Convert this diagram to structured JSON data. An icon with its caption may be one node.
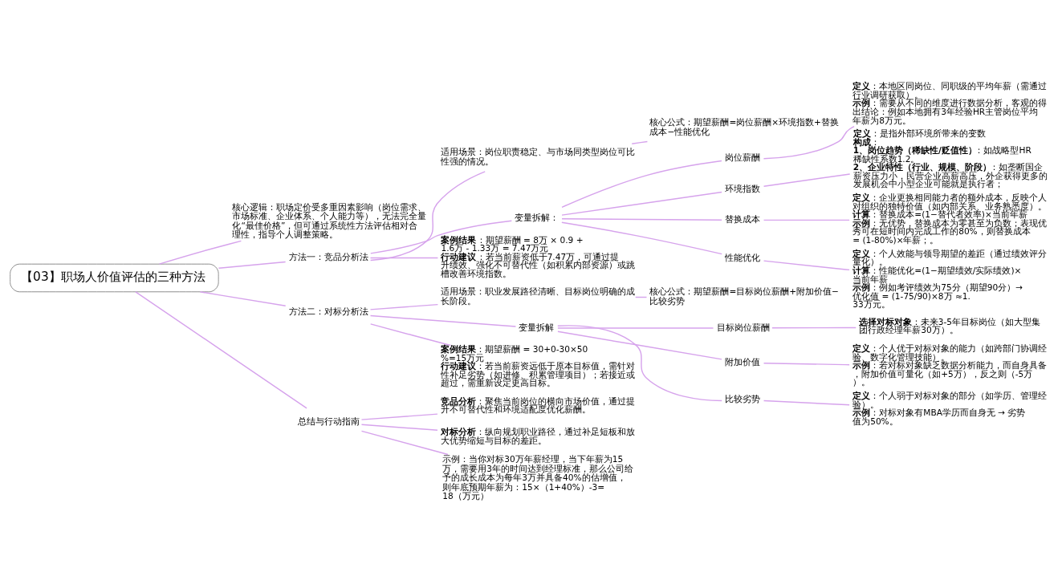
{
  "diagram": {
    "nodes": [
      {
        "text": [
          "【03】职场人价值评估的三种方法"
        ]
      },
      {
        "text": [
          "核心逻辑：职场定价受多重因素影响（岗位需求、市场标准、企业体系、个人能力等），无法完全量化“最佳价格”，但可通过系统性方法评估相对合理性，指导个人调整策略。"
        ]
      },
      {
        "text": [
          "方法一：竞品分析法"
        ]
      },
      {
        "text": [
          "适用场景：岗位职责稳定、与市场同类型岗位可比性强的情况。"
        ]
      },
      {
        "text": [
          "核心公式：期望薪酬=岗位薪酬×环境指数+替换成本−性能优化"
        ]
      },
      {
        "text": [
          "变量拆解："
        ]
      },
      {
        "text": [
          "岗位薪酬"
        ]
      },
      {
        "text": [
          "**定义**：本地区同岗位、同职级的平均年薪（需通过行业调研获取）。",
          "**示例**：需要从不同的维度进行数据分析，客观的得出结论：例如本地拥有3年经验HR主管岗位平均年薪为8万元。"
        ]
      },
      {
        "text": [
          "环境指数"
        ]
      },
      {
        "text": [
          "**定义**：是指外部环境所带来的变数",
          "**构成**：",
          "**1、岗位趋势（稀缺性/贬值性）**：如战略型HR稀缺性系数1.2。",
          "**2、企业特性（行业、规模、阶段）**：如垄断国企薪资压力小，民营企业高薪高压，外企获得更多的发展机会中小型企业可能就是执行者；"
        ]
      },
      {
        "text": [
          "替换成本"
        ]
      },
      {
        "text": [
          "**定义**：企业更换相同能力者的额外成本，反映个人对组织的独特价值（如内部关系、业务熟悉度）。",
          "**计算**：替换成本=(1−替代者效率)×当前年薪",
          "**示例**：无优势，替换成本为零甚至为负数；表现优秀可在短时间内完成工作的80%，则替换成本 = (1-80%)×年薪；。"
        ]
      },
      {
        "text": [
          "性能优化"
        ]
      },
      {
        "text": [
          "**定义**：个人效能与领导期望的差距（通过绩效评分量化）。",
          "**计算**：性能优化=(1−期望绩效/实际绩效)×当前年薪",
          "**示例**：例如考评绩效为75分（期望90分）→ 优化值 = (1-75/90)×8万 ≈1.33万元。"
        ]
      },
      {
        "text": [
          "**案例结果**：期望薪酬 = 8万 × 0.9 + 1.6万 - 1.33万 = 7.47万元",
          "**行动建议**：若当前薪资低于7.47万，可通过提升绩效、强化不可替代性（如积累内部资源）或跳槽改善环境指数。"
        ]
      },
      {
        "text": [
          "方法二：对标分析法"
        ]
      },
      {
        "text": [
          "适用场景：职业发展路径清晰、目标岗位明确的成长阶段。"
        ]
      },
      {
        "text": [
          "核心公式：期望薪酬=目标岗位薪酬+附加价值−比较劣势"
        ]
      },
      {
        "text": [
          "变量拆解"
        ]
      },
      {
        "text": [
          "目标岗位薪酬"
        ]
      },
      {
        "text": [
          "**选择对标对象**：未来3-5年目标岗位（如大型集团行政经理年薪30万）。"
        ]
      },
      {
        "text": [
          "附加价值"
        ]
      },
      {
        "text": [
          "**定义**：个人优于对标对象的能力（如跨部门协调经验、数字化管理技能）。",
          "**示例**：若对标对象缺乏数据分析能力，而自身具备，附加价值可量化（如+5万），反之则（-5万）。"
        ]
      },
      {
        "text": [
          "比较劣势"
        ]
      },
      {
        "text": [
          "**定义**：个人弱于对标对象的部分（如学历、管理经验）。",
          "**示例**：对标对象有MBA学历而自身无 → 劣势值为50%。"
        ]
      },
      {
        "text": [
          "**案例结果**：期望薪酬 = 30+0-30×50%=15万元",
          "**行动建议**：若当前薪资远低于原本目标值，需针对性补足劣势（如进修、积累管理项目）；若接近或超过，需重新设定更高目标。"
        ]
      },
      {
        "text": [
          "总结与行动指南"
        ]
      },
      {
        "text": [
          "**竞品分析**：聚焦当前岗位的横向市场价值，通过提升不可替代性和环境适配度优化薪酬。"
        ]
      },
      {
        "text": [
          "**对标分析**：纵向规划职业路径，通过补足短板和放大优势缩短与目标的差距。"
        ]
      },
      {
        "text": [
          "示例：当你对标30万年薪经理，当下年薪为15万，需要用3年的时间达到经理标准，那么公司给予的成长成本为每年3万并具备40%的估增值，则年底预期年薪为：15×（1+40%）-3=18（万元）"
        ]
      }
    ],
    "edges": [
      {
        "from": 0,
        "to": 1,
        "arrow": "none"
      },
      {
        "from": 0,
        "to": 2,
        "arrow": "none"
      },
      {
        "from": 2,
        "to": 3,
        "arrow": "none"
      },
      {
        "from": 3,
        "to": 4,
        "arrow": "none"
      },
      {
        "from": 2,
        "to": 5,
        "arrow": "none"
      },
      {
        "from": 5,
        "to": 6,
        "arrow": "none"
      },
      {
        "from": 6,
        "to": 7,
        "arrow": "none"
      },
      {
        "from": 5,
        "to": 8,
        "arrow": "none"
      },
      {
        "from": 8,
        "to": 9,
        "arrow": "none"
      },
      {
        "from": 5,
        "to": 10,
        "arrow": "none"
      },
      {
        "from": 10,
        "to": 11,
        "arrow": "none"
      },
      {
        "from": 5,
        "to": 12,
        "arrow": "none"
      },
      {
        "from": 12,
        "to": 13,
        "arrow": "none"
      },
      {
        "from": 2,
        "to": 14,
        "arrow": "none"
      },
      {
        "from": 0,
        "to": 15,
        "arrow": "none"
      },
      {
        "from": 15,
        "to": 16,
        "arrow": "none"
      },
      {
        "from": 16,
        "to": 17,
        "arrow": "none"
      },
      {
        "from": 15,
        "to": 18,
        "arrow": "none"
      },
      {
        "from": 18,
        "to": 19,
        "arrow": "none"
      },
      {
        "from": 19,
        "to": 20,
        "arrow": "none"
      },
      {
        "from": 18,
        "to": 21,
        "arrow": "none"
      },
      {
        "from": 21,
        "to": 22,
        "arrow": "none"
      },
      {
        "from": 18,
        "to": 23,
        "arrow": "none"
      },
      {
        "from": 23,
        "to": 24,
        "arrow": "none"
      },
      {
        "from": 15,
        "to": 25,
        "arrow": "none"
      },
      {
        "from": 0,
        "to": 26,
        "arrow": "none"
      },
      {
        "from": 26,
        "to": 27,
        "arrow": "none"
      },
      {
        "from": 26,
        "to": 28,
        "arrow": "none"
      },
      {
        "from": 26,
        "to": 29,
        "arrow": "none"
      }
    ]
  }
}
